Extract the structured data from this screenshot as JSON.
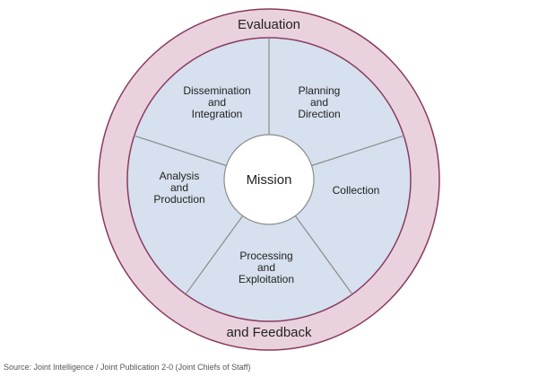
{
  "outer_ring": {
    "top_label": "Evaluation",
    "bottom_label": "and Feedback"
  },
  "center": {
    "label": "Mission"
  },
  "segments": [
    {
      "key": "planning",
      "lines": [
        "Planning",
        "and",
        "Direction"
      ]
    },
    {
      "key": "collection",
      "lines": [
        "Collection"
      ]
    },
    {
      "key": "processing",
      "lines": [
        "Processing",
        "and",
        "Exploitation"
      ]
    },
    {
      "key": "analysis",
      "lines": [
        "Analysis",
        "and",
        "Production"
      ]
    },
    {
      "key": "dissemination",
      "lines": [
        "Dissemination",
        "and",
        "Integration"
      ]
    }
  ],
  "source": "Source:  Joint Intelligence / Joint Publication 2-0  (Joint Chiefs of Staff)",
  "colors": {
    "outer_ring_fill": "#e9d2dd",
    "outer_ring_stroke": "#8a3a60",
    "segment_fill": "#d6e0ee",
    "segment_stroke": "#8c8c8c",
    "center_fill": "#ffffff"
  }
}
